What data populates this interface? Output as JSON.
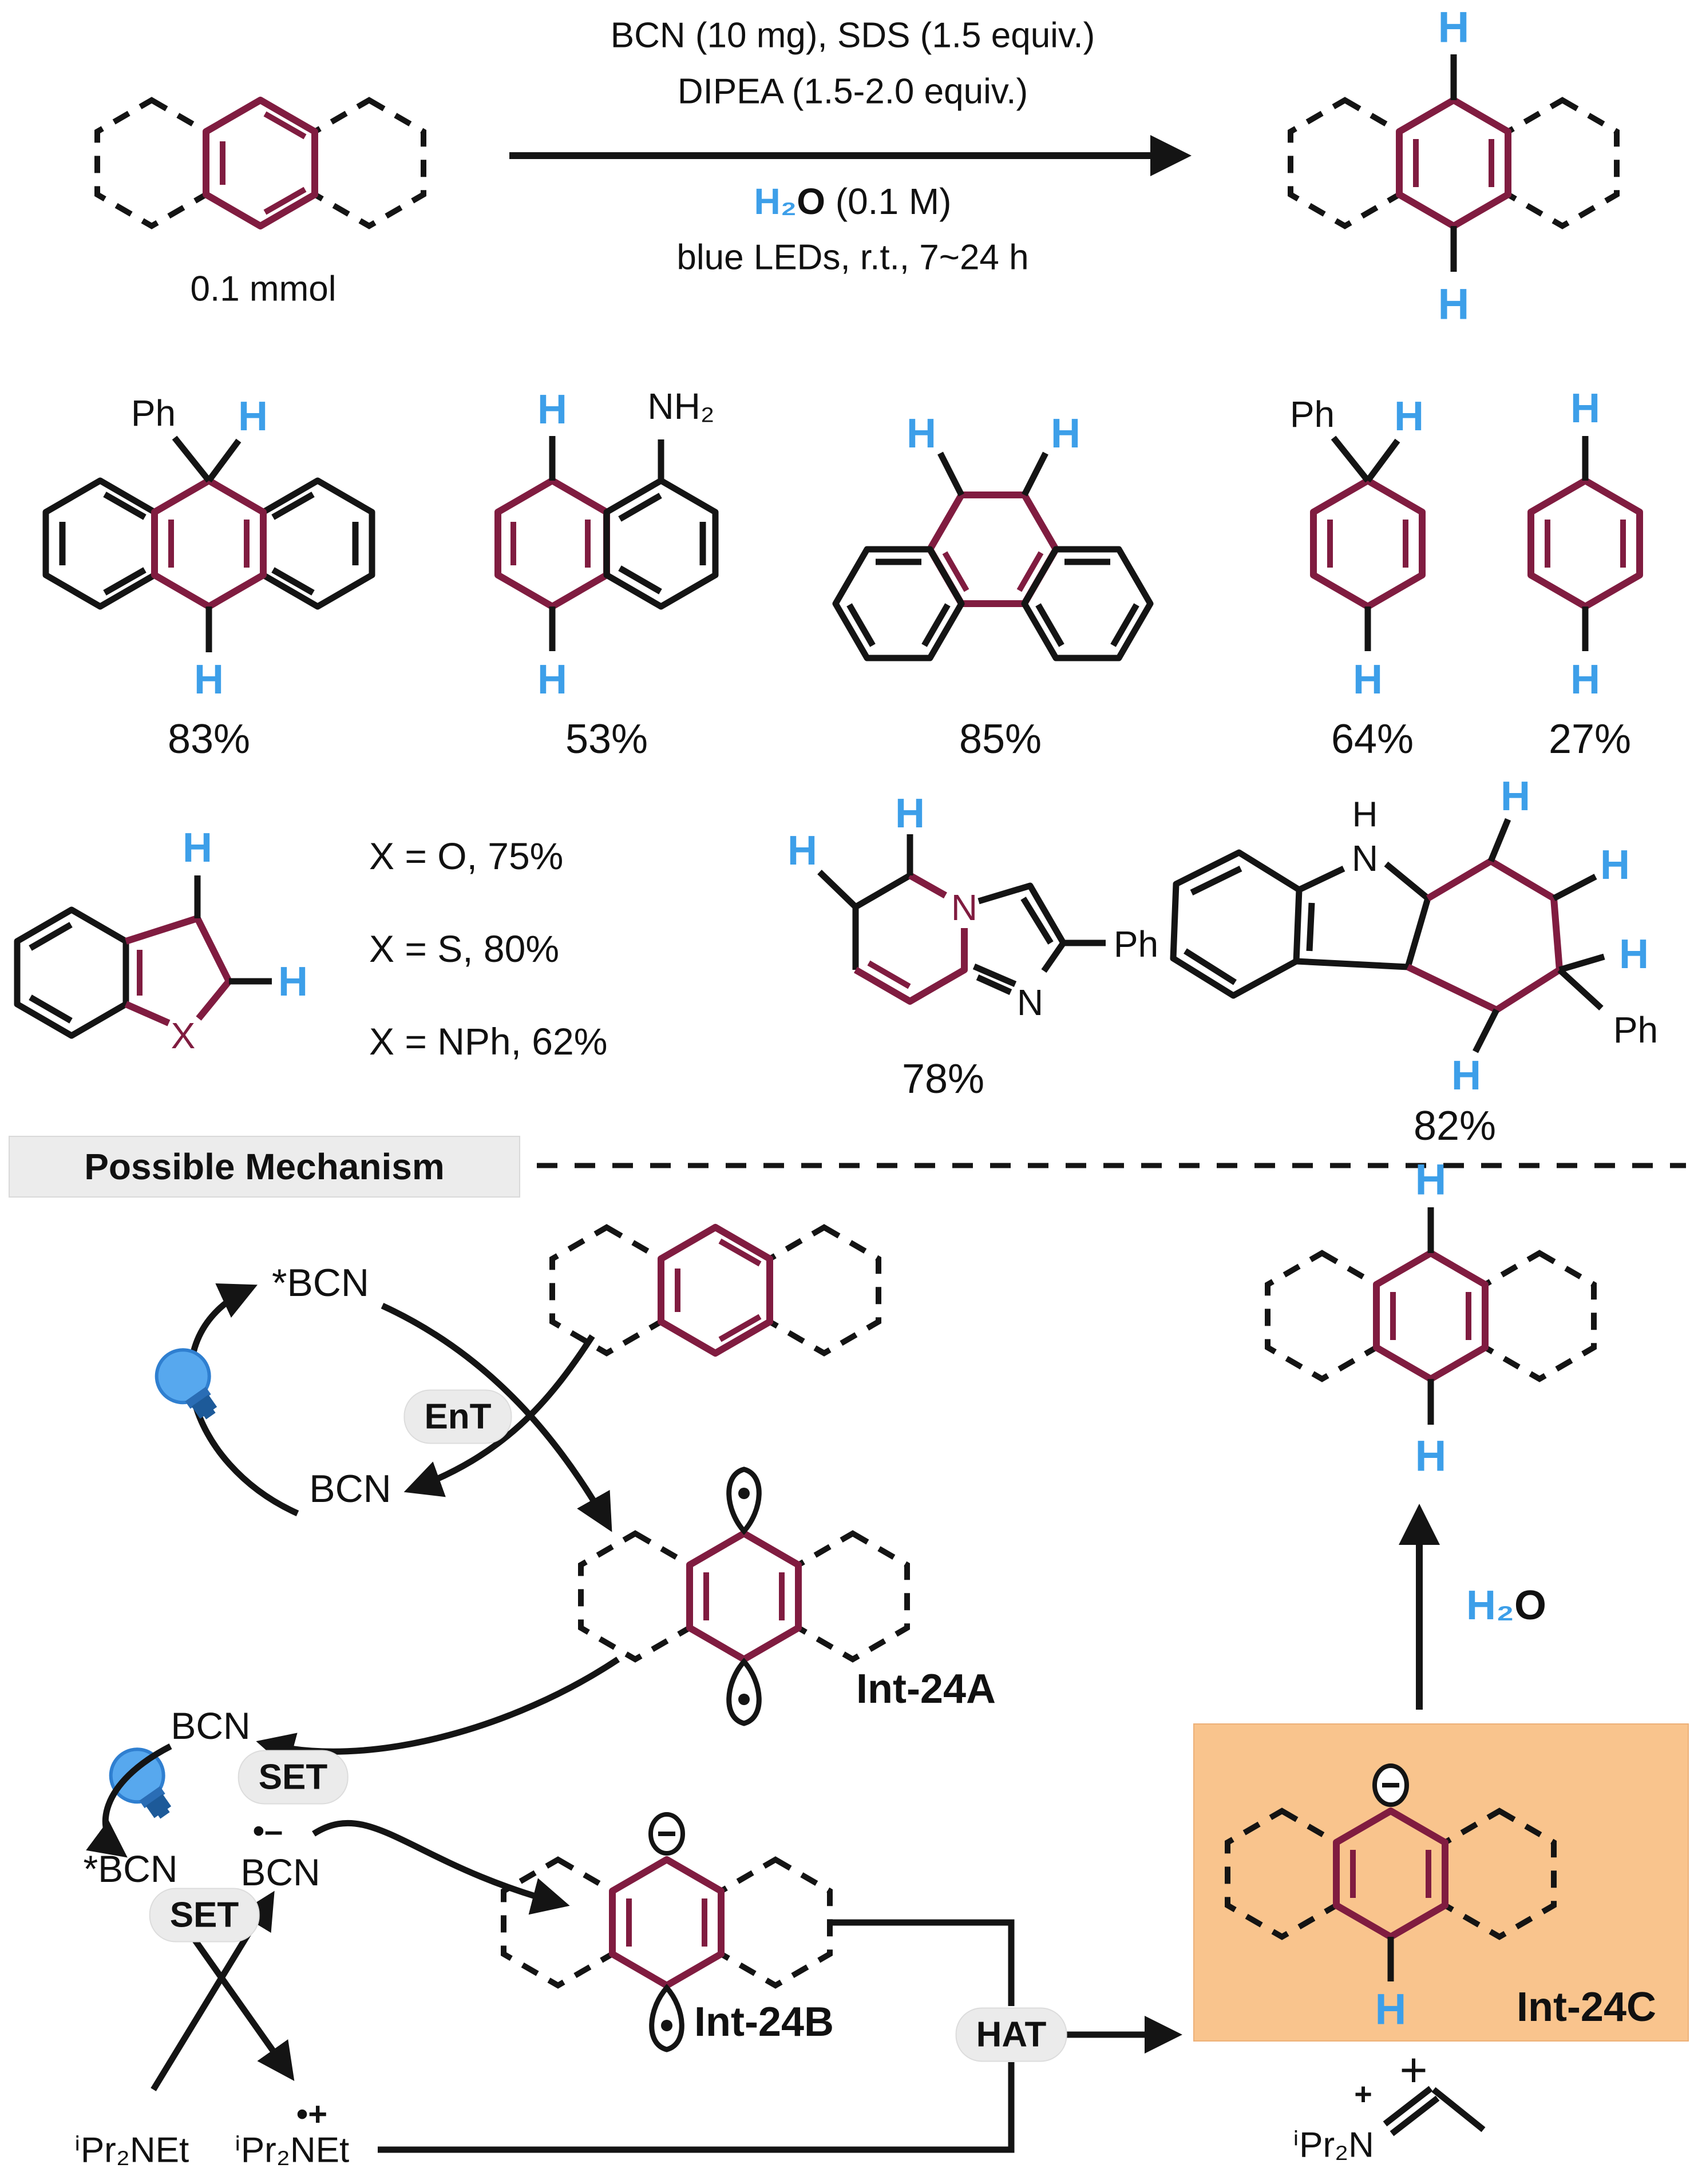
{
  "colors": {
    "highlight_maroon": "#801c40",
    "hydrogen_blue": "#3d9fe9",
    "structure_black": "#141414",
    "pill_gray": "#ebebeb",
    "mechanism_box_orange": "#f9c48d"
  },
  "reaction": {
    "amount": "0.1 mmol",
    "conditions_line1": "BCN (10 mg), SDS (1.5 equiv.)",
    "conditions_line2": "DIPEA (1.5-2.0 equiv.)",
    "solvent_h2": "H₂",
    "solvent_o": "O",
    "solvent_rest": " (0.1 M)",
    "conditions_line4": "blue LEDs, r.t., 7~24 h"
  },
  "atoms": {
    "h": "H",
    "ph": "Ph",
    "nh2": "NH₂",
    "x": "X",
    "n": "N",
    "plus": "+",
    "radical_anion": "•–",
    "radical_cation": "•+"
  },
  "products": {
    "p1_yield": "83%",
    "p2_yield": "53%",
    "p3_yield": "85%",
    "p4_yield": "64%",
    "p5_yield": "27%",
    "x_variants": [
      "X = O, 75%",
      "X = S, 80%",
      "X = NPh, 62%"
    ],
    "p7_yield": "78%",
    "p8_yield": "82%"
  },
  "mechanism": {
    "title": "Possible Mechanism",
    "ent": "EnT",
    "set": "SET",
    "hat": "HAT",
    "bcn": "BCN",
    "bcn_excited": "*BCN",
    "amine": "ⁱPr₂NEt",
    "int_a": "Int-24A",
    "int_b": "Int-24B",
    "int_c": "Int-24C",
    "h2o_h2": "H₂",
    "h2o_o": "O",
    "iminium_prefix": "ⁱPr₂N"
  }
}
